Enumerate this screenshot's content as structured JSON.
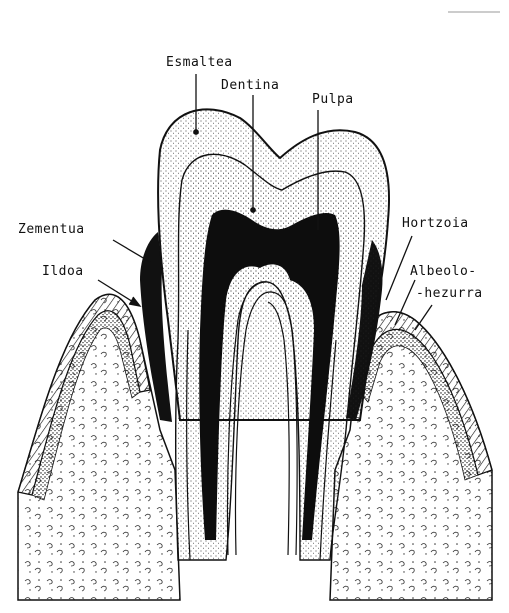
{
  "labels": {
    "esmaltea": "Esmaltea",
    "dentina": "Dentina",
    "pulpa": "Pulpa",
    "zementua": "Zementua",
    "ildoa": "Ildoa",
    "hortzoia": "Hortzoia",
    "albeolo_line1": "Albeolo-",
    "albeolo_line2": "-hezurra"
  },
  "colors": {
    "ink": "#111111",
    "paper": "#ffffff"
  }
}
